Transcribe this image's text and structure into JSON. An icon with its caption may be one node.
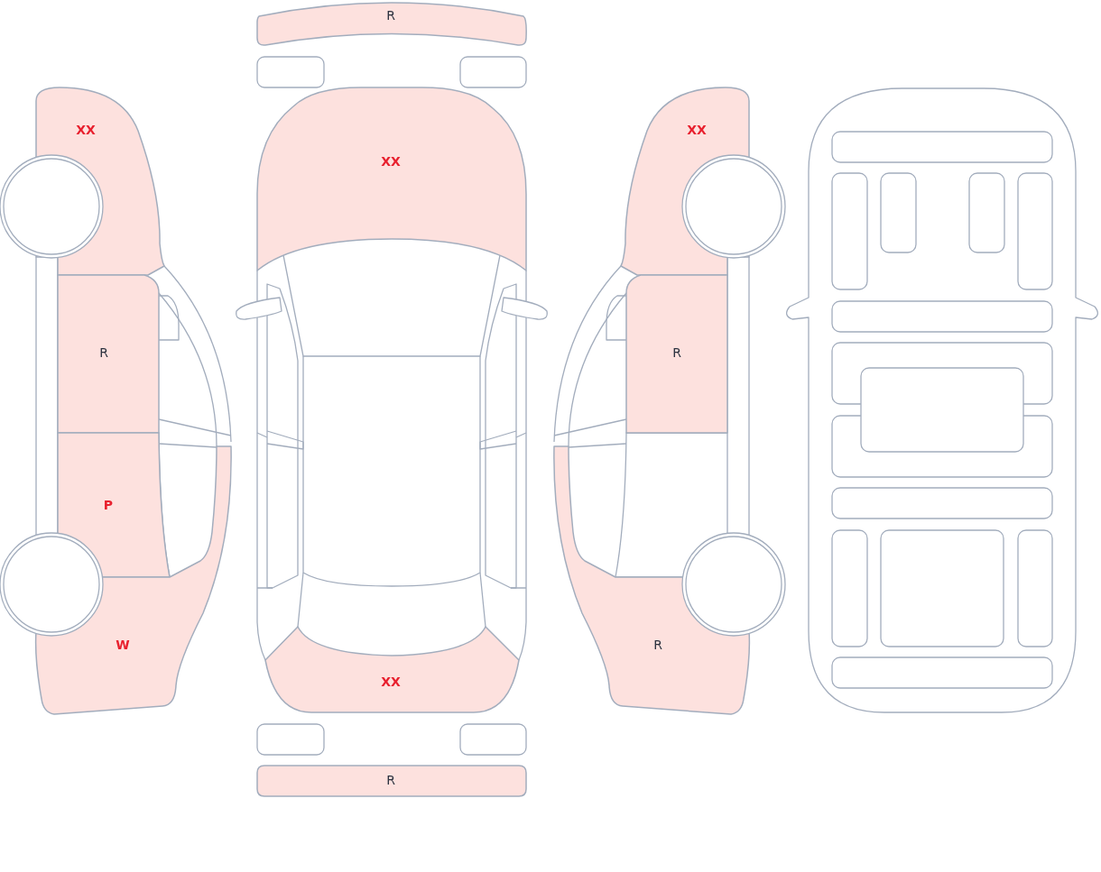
{
  "diagram": {
    "nodes": [
      {
        "text": [
          "R"
        ]
      },
      {
        "text": [
          "XX"
        ]
      },
      {
        "text": [
          "XX"
        ]
      },
      {
        "text": [
          "XX"
        ]
      },
      {
        "text": [
          "R"
        ]
      },
      {
        "text": [
          "R"
        ]
      },
      {
        "text": [
          "P"
        ]
      },
      {
        "text": [
          "W"
        ]
      },
      {
        "text": [
          "R"
        ]
      },
      {
        "text": [
          "XX"
        ]
      },
      {
        "text": [
          "R"
        ]
      }
    ]
  }
}
